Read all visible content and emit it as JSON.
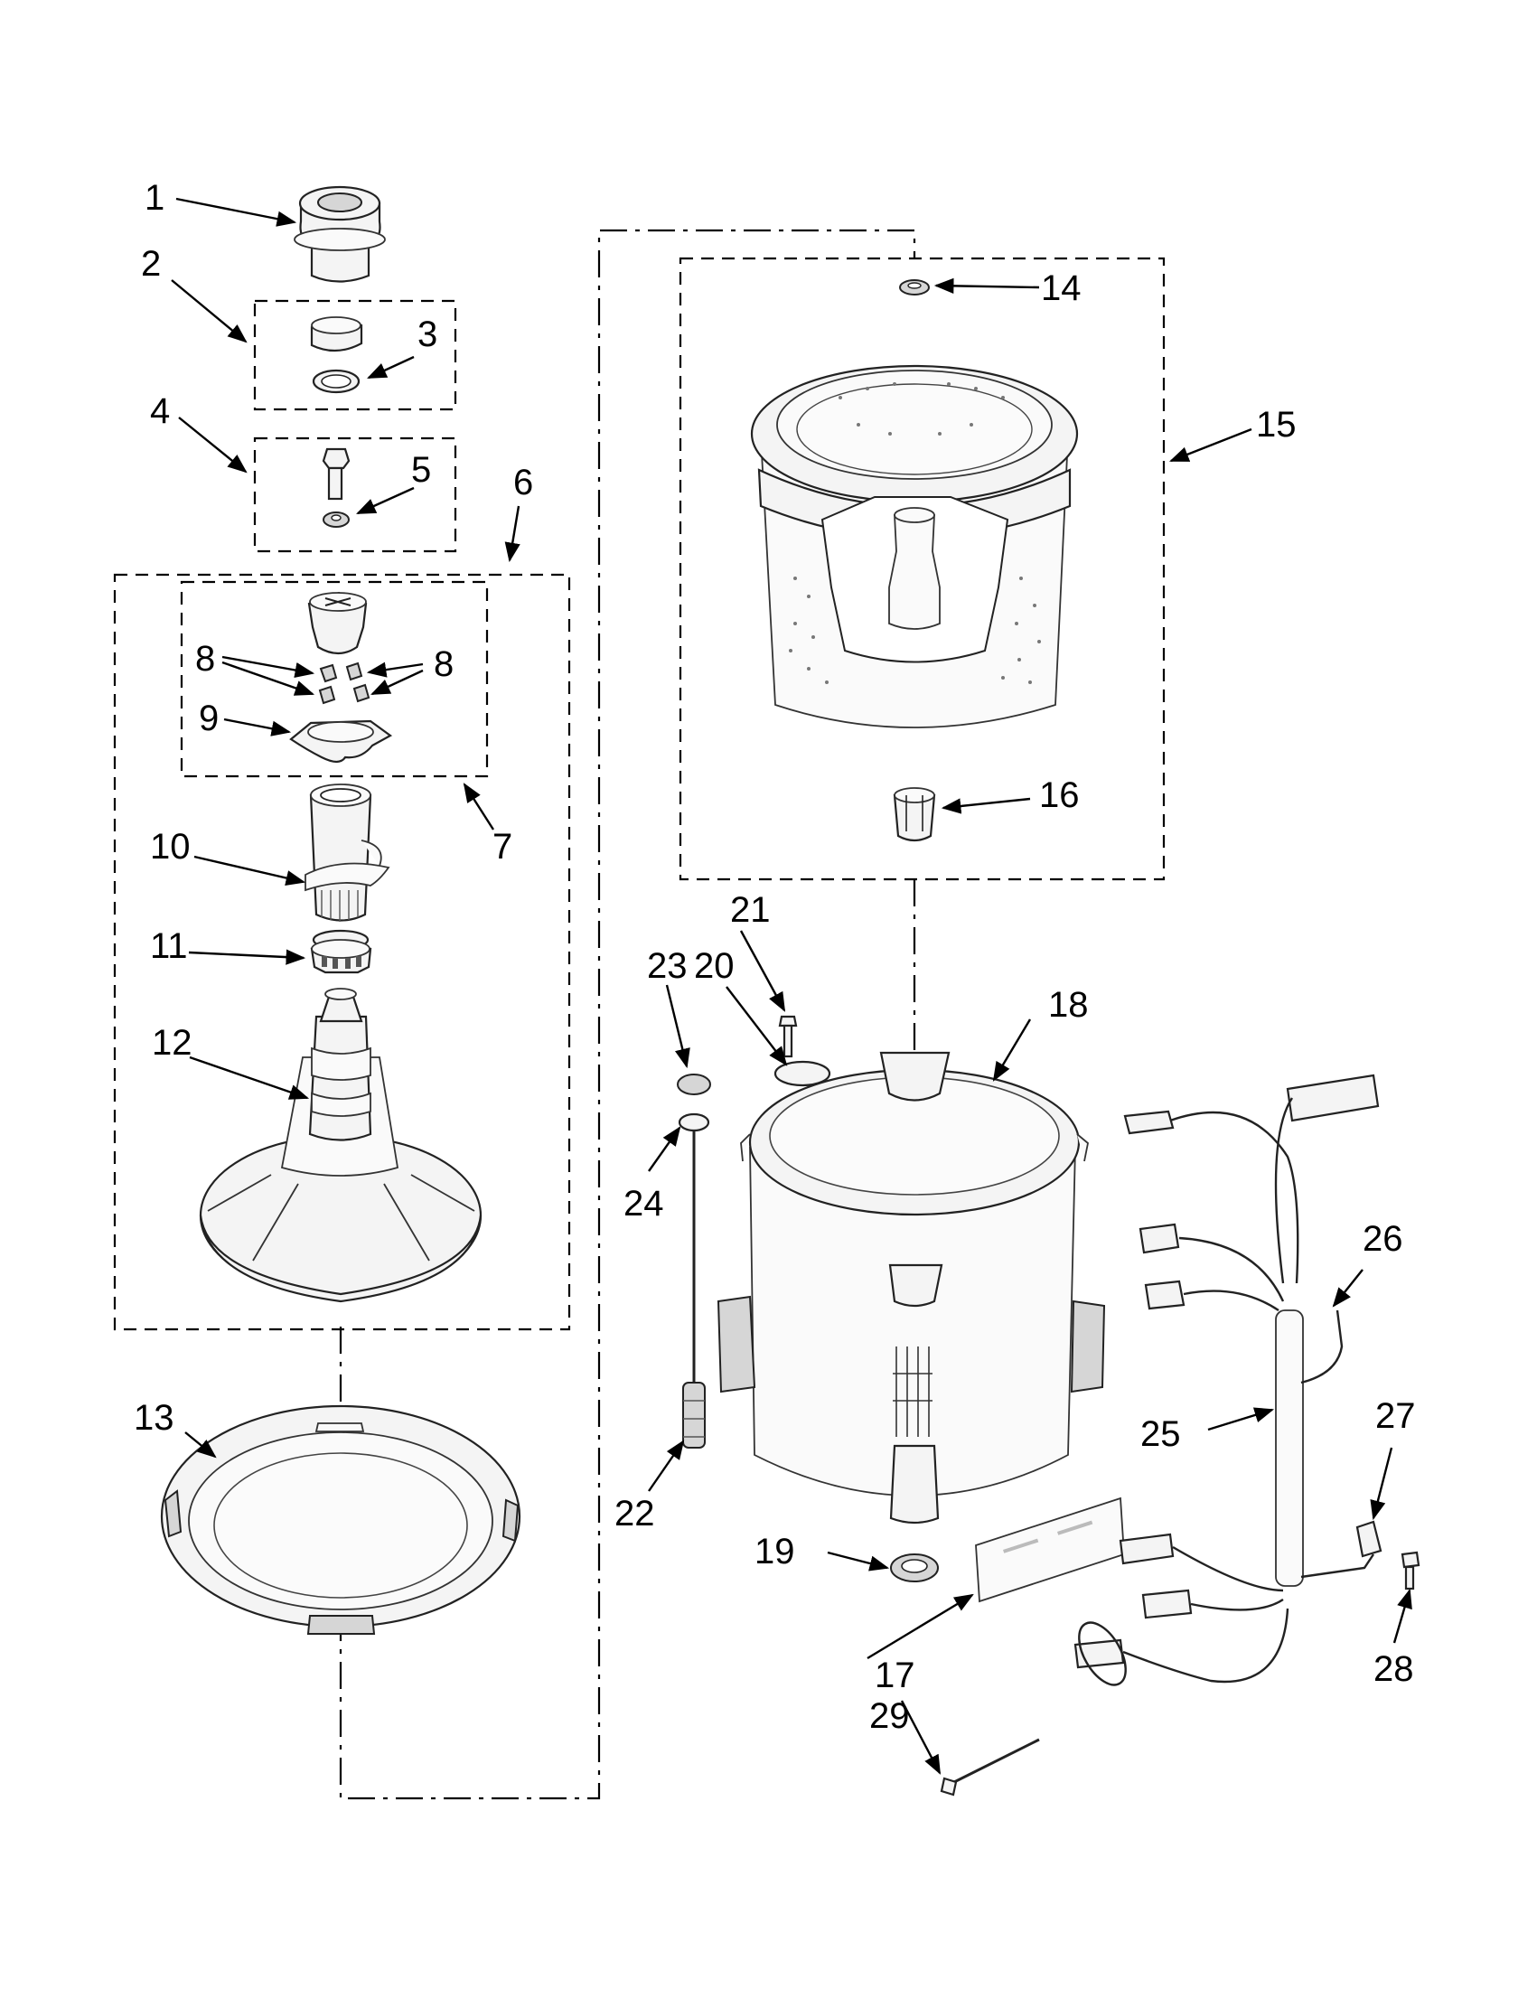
{
  "diagram": {
    "callouts": [
      {
        "id": "c1",
        "label": "1"
      },
      {
        "id": "c2",
        "label": "2"
      },
      {
        "id": "c3",
        "label": "3"
      },
      {
        "id": "c4",
        "label": "4"
      },
      {
        "id": "c5",
        "label": "5"
      },
      {
        "id": "c6",
        "label": "6"
      },
      {
        "id": "c7",
        "label": "7"
      },
      {
        "id": "c8a",
        "label": "8"
      },
      {
        "id": "c8b",
        "label": "8"
      },
      {
        "id": "c9",
        "label": "9"
      },
      {
        "id": "c10",
        "label": "10"
      },
      {
        "id": "c11",
        "label": "11"
      },
      {
        "id": "c12",
        "label": "12"
      },
      {
        "id": "c13",
        "label": "13"
      },
      {
        "id": "c14",
        "label": "14"
      },
      {
        "id": "c15",
        "label": "15"
      },
      {
        "id": "c16",
        "label": "16"
      },
      {
        "id": "c17",
        "label": "17"
      },
      {
        "id": "c18",
        "label": "18"
      },
      {
        "id": "c19",
        "label": "19"
      },
      {
        "id": "c20",
        "label": "20"
      },
      {
        "id": "c21",
        "label": "21"
      },
      {
        "id": "c22",
        "label": "22"
      },
      {
        "id": "c23",
        "label": "23"
      },
      {
        "id": "c24",
        "label": "24"
      },
      {
        "id": "c25",
        "label": "25"
      },
      {
        "id": "c26",
        "label": "26"
      },
      {
        "id": "c27",
        "label": "27"
      },
      {
        "id": "c28",
        "label": "28"
      },
      {
        "id": "c29",
        "label": "29"
      }
    ]
  }
}
